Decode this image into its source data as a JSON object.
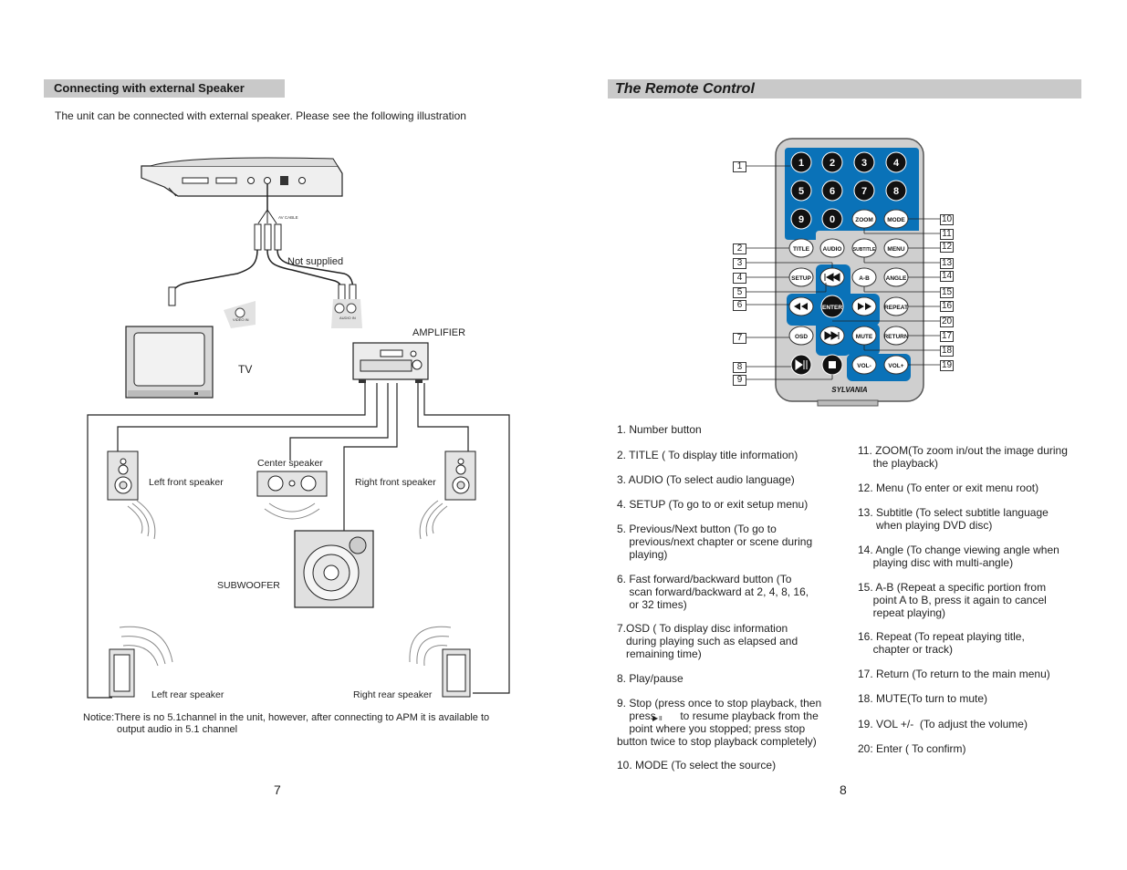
{
  "left_page": {
    "section_title": "Connecting with external Speaker",
    "intro": "The unit can be connected with external speaker. Please see the following illustration",
    "labels": {
      "av_cable": "AV CABLE",
      "not_supplied": "Not supplied",
      "video_in": "VIDEO IN",
      "audio_in": "AUDIO IN",
      "amplifier": "AMPLIFIER",
      "tv": "TV",
      "left_front": "Left front speaker",
      "center": "Center speaker",
      "right_front": "Right front speaker",
      "subwoofer": "SUBWOOFER",
      "left_rear": "Left rear speaker",
      "right_rear": "Right rear speaker"
    },
    "notice_line1": "Notice:There is no 5.1channel in the unit, however, after connecting to APM it is available to",
    "notice_line2": "output audio in 5.1 channel",
    "page_number": "7"
  },
  "right_page": {
    "section_title": "The Remote Control",
    "brand": "SYLVANIA",
    "remote_buttons": {
      "n1": "1",
      "n2": "2",
      "n3": "3",
      "n4": "4",
      "n5": "5",
      "n6": "6",
      "n7": "7",
      "n8": "8",
      "n9": "9",
      "n0": "0",
      "zoom": "ZOOM",
      "mode": "MODE",
      "title": "TITLE",
      "audio": "AUDIO",
      "subtitle": "SUBTITLE",
      "menu": "MENU",
      "setup": "SETUP",
      "ab": "A-B",
      "angle": "ANGLE",
      "enter": "ENTER",
      "repeat": "REPEAT",
      "osd": "OSD",
      "mute": "MUTE",
      "return": "RETURN",
      "vol_minus": "VOL-",
      "vol_plus": "VOL+"
    },
    "callouts": [
      "1",
      "2",
      "3",
      "4",
      "5",
      "6",
      "7",
      "8",
      "9",
      "10",
      "11",
      "12",
      "13",
      "14",
      "15",
      "16",
      "17",
      "18",
      "19",
      "20"
    ],
    "items_left": [
      "1. Number button",
      "2. TITLE ( To display title information)",
      "3. AUDIO (To select audio language)",
      "4. SETUP (To go to or exit setup menu)",
      "5. Previous/Next button (To go to\n    previous/next chapter or scene during\n    playing)",
      "6. Fast forward/backward button (To\n    scan forward/backward at 2, 4, 8, 16,\n    or 32 times)",
      "7.OSD ( To display disc information\n   during playing such as elapsed and\n   remaining time)",
      "8. Play/pause",
      "9. Stop (press once to stop playback, then\n    press        to resume playback from the\n    point where you stopped; press stop\nbutton twice to stop playback completely)",
      "10. MODE (To select the source)"
    ],
    "items_right": [
      "11. ZOOM(To zoom in/out the image during\n     the playback)",
      "12. Menu (To enter or exit menu root)",
      "13. Subtitle (To select subtitle language\n      when playing DVD disc)",
      "14. Angle (To change viewing angle when\n     playing disc with multi-angle)",
      "15. A-B (Repeat a specific portion from\n     point A to B, press it again to cancel\n     repeat playing)",
      "16. Repeat (To repeat playing title,\n     chapter or track)",
      "17. Return (To return to the main menu)",
      "18. MUTE(To turn to mute)",
      "19. VOL +/-  (To adjust the volume)",
      "20: Enter ( To confirm)"
    ],
    "page_number": "8"
  }
}
